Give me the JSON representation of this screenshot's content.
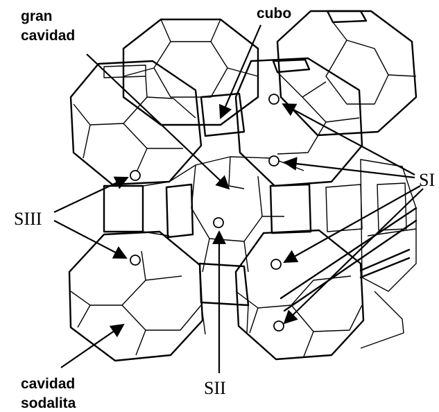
{
  "labels": {
    "gran_cavidad_line1": "gran",
    "gran_cavidad_line2": "cavidad",
    "cubo": "cubo",
    "s_i": "SI",
    "s_ii": "SII",
    "s_iii": "SIII",
    "cavidad_sodalita_line1": "cavidad",
    "cavidad_sodalita_line2": "sodalita"
  },
  "colors": {
    "line": "#000000",
    "background": "#ffffff"
  }
}
